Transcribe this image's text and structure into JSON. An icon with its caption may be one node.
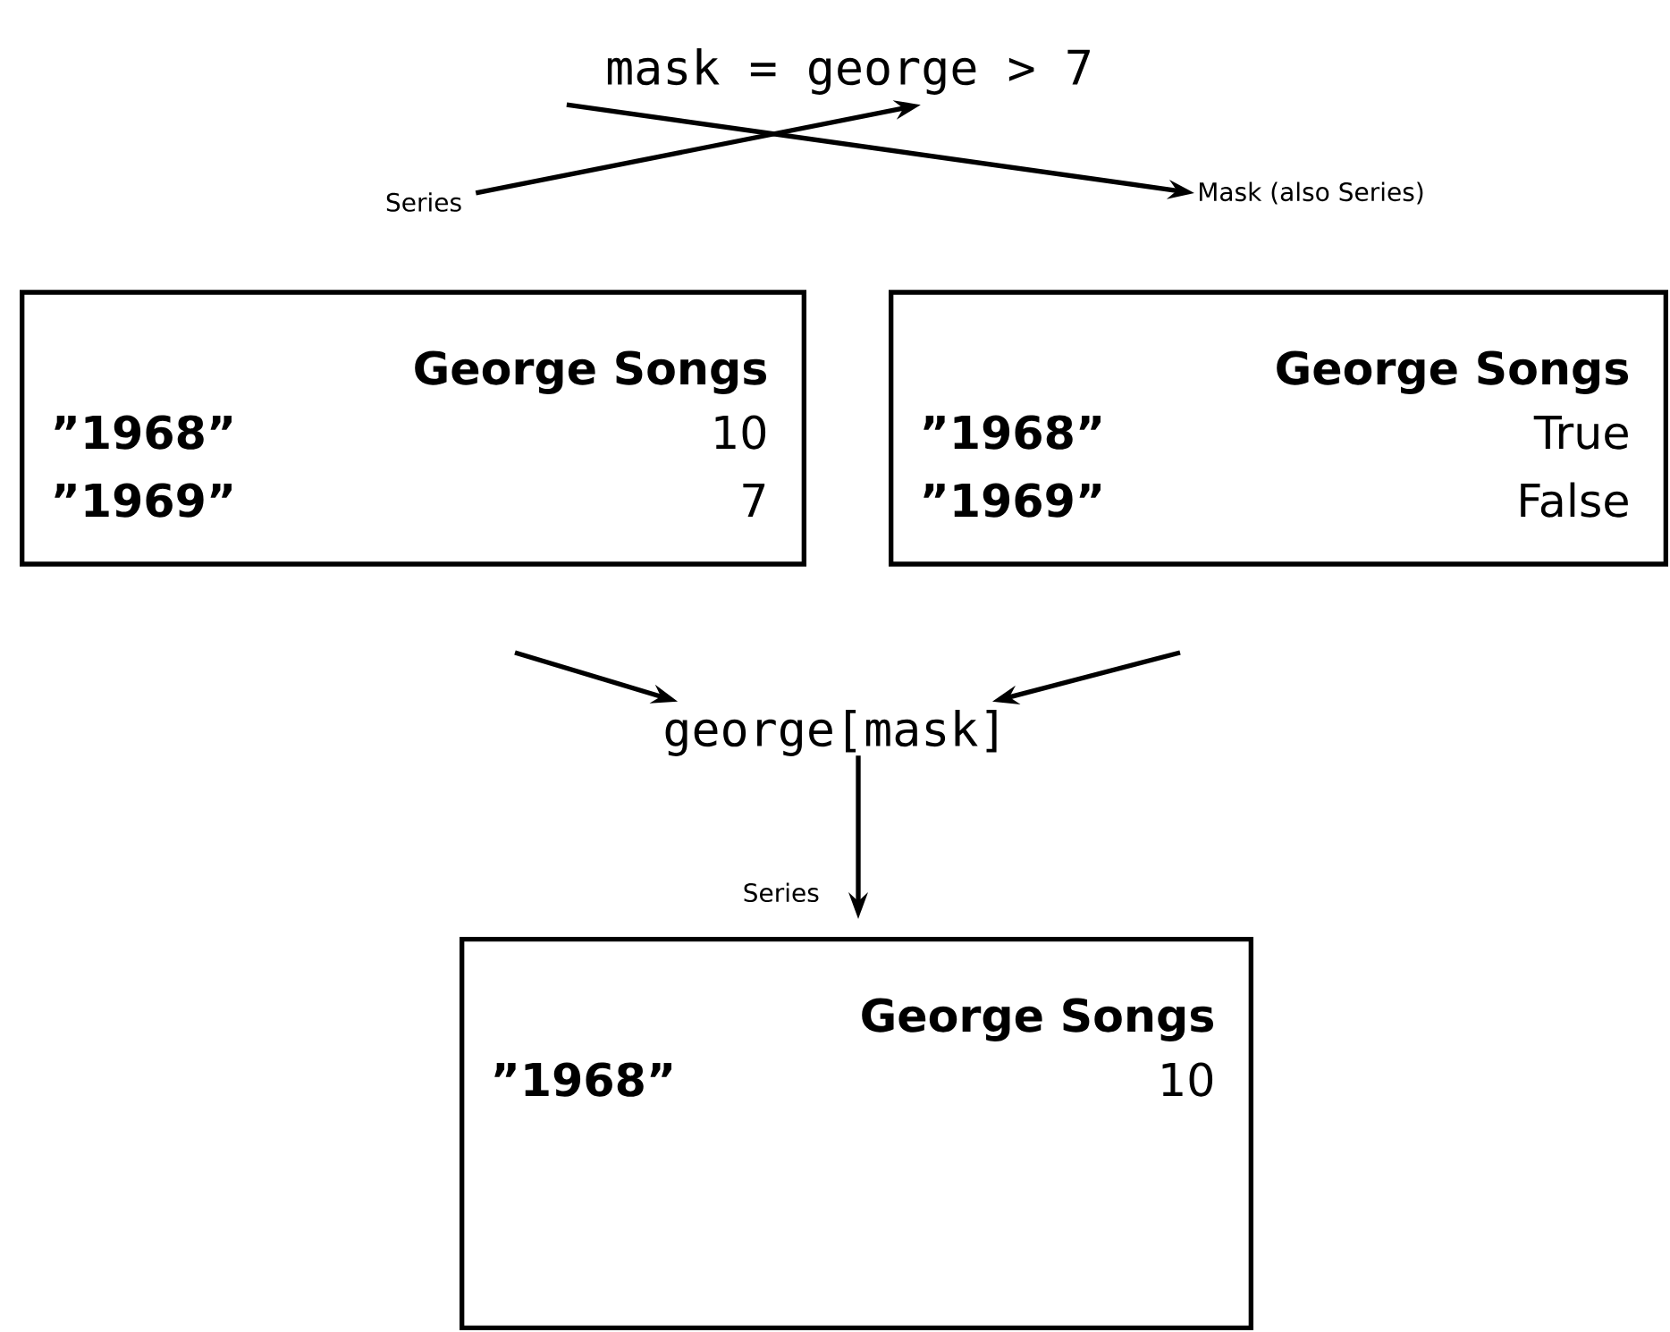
{
  "diagram": {
    "nodes": [
      {
        "text": [
          "mask = george > 7"
        ]
      },
      {
        "text": [
          "Series"
        ]
      },
      {
        "text": [
          "Mask (also Series)"
        ]
      },
      {
        "text": [
          "George Songs",
          "”1968”",
          "10",
          "”1969”",
          "7"
        ]
      },
      {
        "text": [
          "George Songs",
          "”1968”",
          "True",
          "”1969”",
          "False"
        ]
      },
      {
        "text": [
          "george[mask]"
        ]
      },
      {
        "text": [
          "George Songs",
          "”1968”",
          "10"
        ]
      }
    ],
    "edges": [
      {
        "from": 1,
        "to": 0,
        "arrow": "to"
      },
      {
        "from": 0,
        "to": 2,
        "arrow": "to"
      },
      {
        "from": 3,
        "to": 5,
        "arrow": "to"
      },
      {
        "from": 4,
        "to": 5,
        "arrow": "to"
      },
      {
        "from": 5,
        "to": 6,
        "arrow": "to",
        "label": "Series"
      }
    ]
  }
}
